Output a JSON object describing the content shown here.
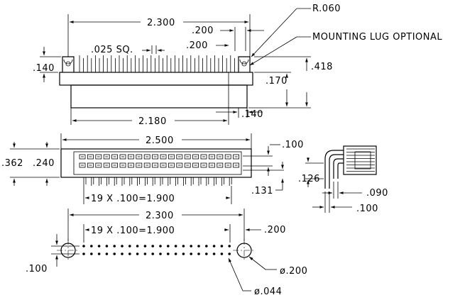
{
  "front_view": {
    "overall_width": "2.300",
    "radius": "R.060",
    "lug_gap": ".200",
    "lug_gap_2": ".200",
    "pin_size": ".025 SQ.",
    "mounting_lug_note": "MOUNTING LUG OPTIONAL",
    "lug_height": ".140",
    "body_height": ".418",
    "lower_height": ".170",
    "body_width": "2.180",
    "lug_width": ".140"
  },
  "top_view": {
    "overall_width": "2.500",
    "outer_height": ".362",
    "inner_height": ".240",
    "row_pitch": ".100",
    "row_offset": ".131",
    "pin_span": "19 X .100=1.900"
  },
  "side_view": {
    "tail_height": ".126",
    "tail_offset": ".090",
    "row_spacing": ".100"
  },
  "pcb_layout": {
    "overall_width": "2.300",
    "pin_span": "19 X .100=1.900",
    "edge_offset": ".200",
    "row_spacing": ".100",
    "mount_hole_dia": "ø.200",
    "pin_hole_dia": "ø.044"
  }
}
